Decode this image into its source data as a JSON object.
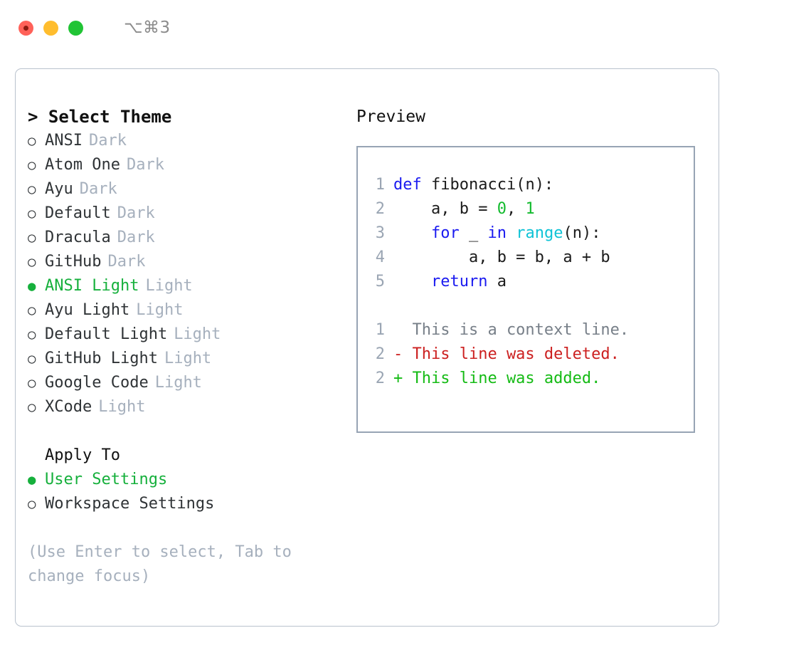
{
  "titlebar": {
    "traffic_lights": [
      {
        "name": "close",
        "color": "#ff6159"
      },
      {
        "name": "minimize",
        "color": "#ffbd2e"
      },
      {
        "name": "maximize",
        "color": "#21c435"
      }
    ],
    "shortcut": "⌥⌘3"
  },
  "left_pane": {
    "title": "> Select Theme",
    "themes": [
      {
        "bullet": "○",
        "label": "ANSI",
        "badge": "Dark",
        "selected": false
      },
      {
        "bullet": "○",
        "label": "Atom One",
        "badge": "Dark",
        "selected": false
      },
      {
        "bullet": "○",
        "label": "Ayu",
        "badge": "Dark",
        "selected": false
      },
      {
        "bullet": "○",
        "label": "Default",
        "badge": "Dark",
        "selected": false
      },
      {
        "bullet": "○",
        "label": "Dracula",
        "badge": "Dark",
        "selected": false
      },
      {
        "bullet": "○",
        "label": "GitHub",
        "badge": "Dark",
        "selected": false
      },
      {
        "bullet": "●",
        "label": "ANSI Light",
        "badge": "Light",
        "selected": true
      },
      {
        "bullet": "○",
        "label": "Ayu Light",
        "badge": "Light",
        "selected": false
      },
      {
        "bullet": "○",
        "label": "Default Light",
        "badge": "Light",
        "selected": false
      },
      {
        "bullet": "○",
        "label": "GitHub Light",
        "badge": "Light",
        "selected": false
      },
      {
        "bullet": "○",
        "label": "Google Code",
        "badge": "Light",
        "selected": false
      },
      {
        "bullet": "○",
        "label": "XCode",
        "badge": "Light",
        "selected": false
      }
    ],
    "apply_to_heading": "Apply To",
    "apply_to_options": [
      {
        "bullet": "●",
        "label": "User Settings",
        "selected": true
      },
      {
        "bullet": "○",
        "label": "Workspace Settings",
        "selected": false
      }
    ],
    "hint": "(Use Enter to select, Tab to change focus)"
  },
  "right_pane": {
    "title": "Preview",
    "code_lines": [
      {
        "no": "1",
        "segments": [
          {
            "t": "def",
            "c": "kw"
          },
          {
            "t": " fibonacci(n):",
            "c": "plain"
          }
        ]
      },
      {
        "no": "2",
        "segments": [
          {
            "t": "    a, b = ",
            "c": "plain"
          },
          {
            "t": "0",
            "c": "num"
          },
          {
            "t": ", ",
            "c": "plain"
          },
          {
            "t": "1",
            "c": "num"
          }
        ]
      },
      {
        "no": "3",
        "segments": [
          {
            "t": "    ",
            "c": "plain"
          },
          {
            "t": "for",
            "c": "kw"
          },
          {
            "t": " _ ",
            "c": "plain"
          },
          {
            "t": "in",
            "c": "kw"
          },
          {
            "t": " ",
            "c": "plain"
          },
          {
            "t": "range",
            "c": "fn"
          },
          {
            "t": "(n):",
            "c": "plain"
          }
        ]
      },
      {
        "no": "4",
        "segments": [
          {
            "t": "        a, b = b, a + b",
            "c": "plain"
          }
        ]
      },
      {
        "no": "5",
        "segments": [
          {
            "t": "    ",
            "c": "plain"
          },
          {
            "t": "return",
            "c": "kw"
          },
          {
            "t": " a",
            "c": "plain"
          }
        ]
      }
    ],
    "diff_lines": [
      {
        "no": "1",
        "text": "  This is a context line.",
        "kind": "ctx"
      },
      {
        "no": "2",
        "text": "- This line was deleted.",
        "kind": "del"
      },
      {
        "no": "2",
        "text": "+ This line was added.",
        "kind": "add"
      }
    ]
  },
  "colors": {
    "accent_green": "#16b03c",
    "badge_gray": "#a6b0bd",
    "border": "#b9c2cd",
    "preview_border": "#97a4b4",
    "keyword": "#1a1af0",
    "function": "#0fc3d6",
    "number": "#13bb2e",
    "diff_delete": "#cc2020",
    "diff_add": "#15bb15",
    "diff_context": "#777f88"
  }
}
